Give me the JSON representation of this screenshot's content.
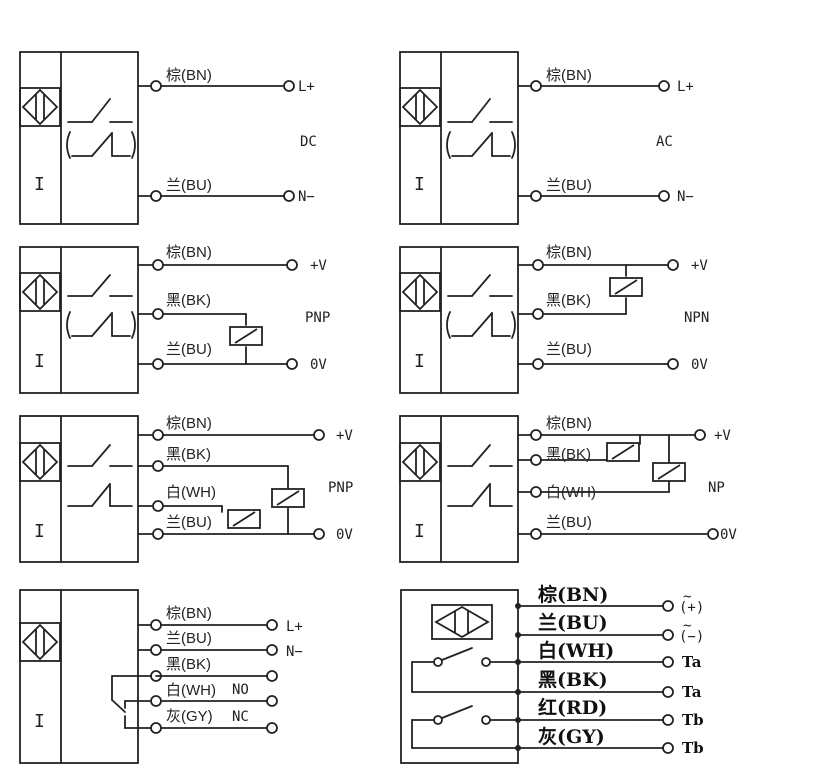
{
  "labels": {
    "bn": "棕(BN)",
    "bu": "兰(BU)",
    "bk": "黑(BK)",
    "wh": "白(WH)",
    "gy": "灰(GY)",
    "bn_big": "棕(BN)",
    "bu_big": "兰(BU)",
    "wh_big": "白(WH)",
    "bk_big": "黑(BK)",
    "rd_big": "红(RD)",
    "gy_big": "灰(GY)"
  },
  "terminals": {
    "lplus": "L+",
    "nminus": "N−",
    "vplus": "+V",
    "zero_v": "0V",
    "no": "NO",
    "nc": "NC",
    "ac_plus": "(+)",
    "ac_minus": "(−)",
    "ta": "Ta",
    "tb": "Tb",
    "tilde": "~",
    "i": "I"
  },
  "modes": {
    "dc": "DC",
    "ac": "AC",
    "pnp": "PNP",
    "npn": "NPN",
    "npn_cut": "NP"
  },
  "colors": {
    "line": "#222222"
  }
}
